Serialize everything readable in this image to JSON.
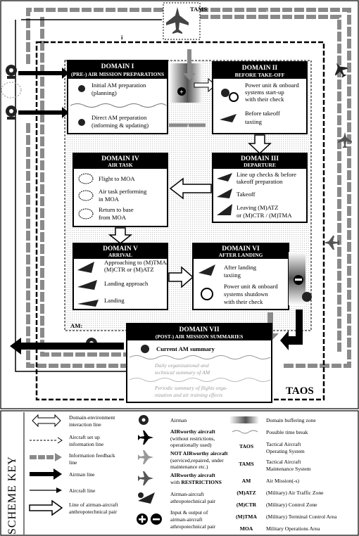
{
  "tams": "TAMS",
  "taos": "TAOS",
  "am_label": "AM:",
  "info_i": "i",
  "domains": {
    "d1": {
      "title": "DOMAIN I",
      "subtitle": "(PRE-) AIR MISSION PREPARATIONS",
      "items": [
        [
          "Initial AM preparation",
          "(planning)"
        ],
        [
          "Direct AM preparation",
          "(informing & updating)"
        ]
      ]
    },
    "d2": {
      "title": "DOMAIN II",
      "subtitle": "BEFORE TAKE-OFF",
      "items": [
        [
          "Power unit & onboard",
          "systems start-up",
          "with their check"
        ],
        [
          "Before takeoff",
          "taxiing"
        ]
      ]
    },
    "d3": {
      "title": "DOMAIN III",
      "subtitle": "DEPARTURE",
      "items": [
        [
          "Line up checks & before",
          "takeoff preparation"
        ],
        [
          "Takeoff"
        ],
        [
          "Leaving (M)ATZ",
          "or (M)CTR / (M)TMA"
        ]
      ]
    },
    "d4": {
      "title": "DOMAIN IV",
      "subtitle": "AIR TASK",
      "items": [
        [
          "Flight to MOA"
        ],
        [
          "Air task performing",
          "in MOA"
        ],
        [
          "Return to base",
          "from MOA"
        ]
      ]
    },
    "d5": {
      "title": "DOMAIN V",
      "subtitle": "ARRIVAL",
      "items": [
        [
          "Approaching to (M)TMA/",
          "(M)CTR or (M)ATZ"
        ],
        [
          "Landing approach"
        ],
        [
          "Landing"
        ]
      ]
    },
    "d6": {
      "title": "DOMAIN VI",
      "subtitle": "AFTER LANDING",
      "items": [
        [
          "After landing",
          "taxiing"
        ],
        [
          "Power unit & onboard",
          "systems shutdown",
          "with their check"
        ]
      ]
    },
    "d7": {
      "title": "DOMAIN VII",
      "subtitle": "(POST-) AIR MISSION SUMMARIES",
      "items": [
        [
          "Current AM summary"
        ]
      ],
      "faded_items": [
        [
          "Daily organizational and",
          "technical summary of AM"
        ],
        [
          "Periodic summary of flights orga-",
          "nization and air training effects"
        ]
      ]
    }
  },
  "key": {
    "title": "SCHEME KEY",
    "col1": [
      [
        "Domain-environment",
        "interaction line"
      ],
      [
        "Aircraft set up",
        "information line"
      ],
      [
        "Information feedback",
        "line"
      ],
      [
        "Airman line"
      ],
      [
        "Aircraft line"
      ],
      [
        "Line of airman-aircraft",
        "anthropotechnical pair"
      ]
    ],
    "col2": {
      "airman": "Airman",
      "aw1_bold": "AIRworthy aircraft",
      "aw1_sub": "(without restrictions,",
      "aw1_sub2": "operationally used)",
      "aw2_bold": "NOT AIRworthy aircraft",
      "aw2_sub": "(serviced,repaired, under",
      "aw2_sub2": "maintenance etc.)",
      "aw3_bold": "AIRworthy aircraft",
      "aw3_with": "with ",
      "aw3_restr": "RESTRICTIONS",
      "pair1": "Airman-aircraft",
      "pair2": "athropotechnical pair",
      "io1": "Input & output of",
      "io2": "airman-aircraft",
      "io3": "athropotechnical pair"
    },
    "col3": {
      "buffer": "Domain buffering zone",
      "break": "Possible time break",
      "abbrevs": [
        [
          "TAOS",
          "Tactical Aircraft",
          "Operating System"
        ],
        [
          "TAMS",
          "Tactical Aircraft",
          "Maintenance System"
        ],
        [
          "AM",
          "Air Mission(-s)",
          ""
        ],
        [
          "(M)ATZ",
          "(Military) Air Traffic Zone",
          ""
        ],
        [
          "(M)CTR",
          "(Military) Control Zone",
          ""
        ],
        [
          "(M)TMA",
          "(Military) Terminal Control Area",
          ""
        ],
        [
          "MOA",
          "Military Operations Area",
          ""
        ]
      ]
    }
  },
  "colors": {
    "gray_line": "#8a8a8a",
    "black": "#000000",
    "light_bg": "#e6e6e6"
  }
}
